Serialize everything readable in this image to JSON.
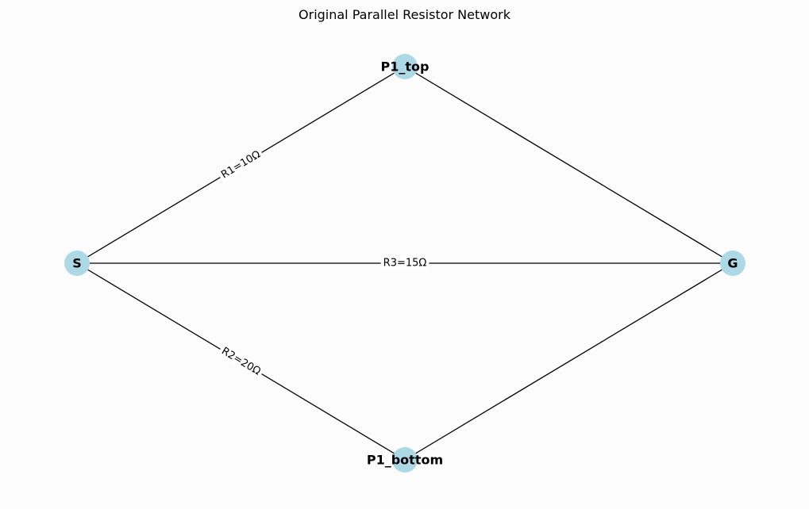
{
  "title": "Original Parallel Resistor Network",
  "colors": {
    "background": "#fcfcfc",
    "node_fill": "#add8e6",
    "edge": "#000000",
    "label_box": "#ffffff"
  },
  "nodes": [
    {
      "id": "S",
      "label": "S"
    },
    {
      "id": "P1_top",
      "label": "P1_top"
    },
    {
      "id": "G",
      "label": "G"
    },
    {
      "id": "P1_bottom",
      "label": "P1_bottom"
    }
  ],
  "edges": [
    {
      "id": "e1",
      "from": "S",
      "to": "P1_top",
      "label": "R1=10Ω"
    },
    {
      "id": "e2",
      "from": "P1_top",
      "to": "G",
      "label": ""
    },
    {
      "id": "e3",
      "from": "S",
      "to": "G",
      "label": "R3=15Ω"
    },
    {
      "id": "e4",
      "from": "S",
      "to": "P1_bottom",
      "label": "R2=20Ω"
    },
    {
      "id": "e5",
      "from": "P1_bottom",
      "to": "G",
      "label": ""
    }
  ]
}
